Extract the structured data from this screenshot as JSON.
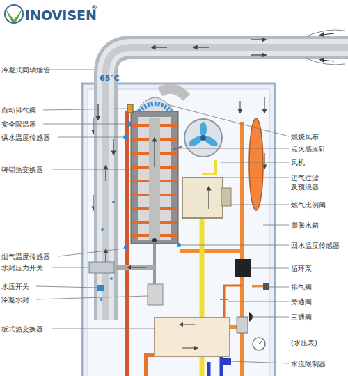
{
  "diagram": {
    "labels": [
      "INOVISEN",
      "®",
      "冷凝式同轴烟管",
      "65℃",
      "自动排气阀",
      "安全限温器",
      "供水温度传感器",
      "铸铝热交换器",
      "烟气温度传感器",
      "水封压力开关",
      "水压开关",
      "冷凝水封",
      "板式热交换器",
      "燃烧风布",
      "点火感应针",
      "风机",
      "进气过滤 及预混器",
      "燃气比例阀",
      "膨胀水箱",
      "回水温度传感器",
      "循环泵",
      "排气阀",
      "旁通阀",
      "三通阀",
      "(水压表)",
      "水流限制器"
    ]
  }
}
